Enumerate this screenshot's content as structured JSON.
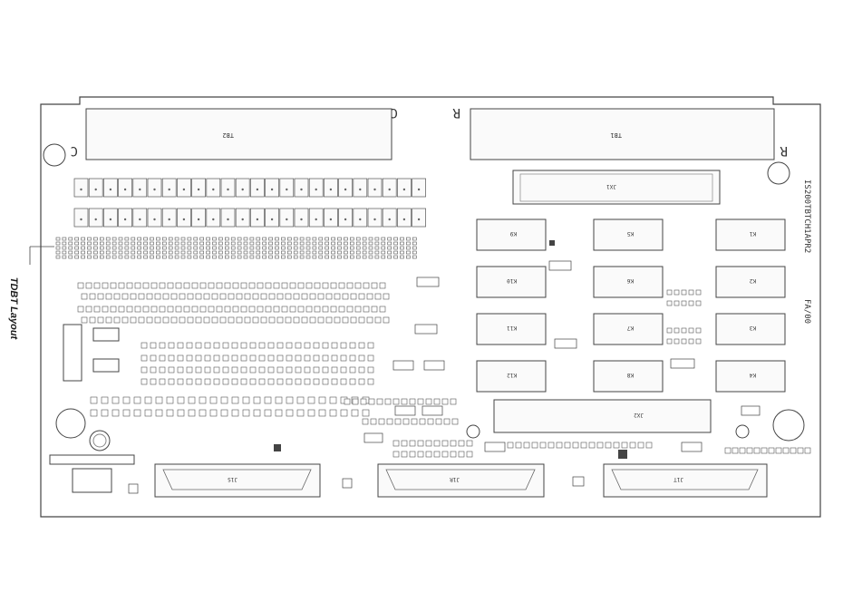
{
  "caption": "TDBT Layout",
  "board": {
    "tb1_label": "TB1",
    "tb2_label": "TB2",
    "letter_r": "R",
    "letter_c": "C",
    "side_code": "IS200TBTCH1APR2",
    "revision": "FA/00",
    "jx_label": "JX1",
    "jy_label": "JX2",
    "j1_label": "J1S",
    "j2_label": "J1R",
    "j3_label": "J1T"
  },
  "relays": {
    "left_col": [
      "K9",
      "K10",
      "K11",
      "K12"
    ],
    "mid_col": [
      "K5",
      "K6",
      "K7",
      "K8"
    ],
    "right_col": [
      "K1",
      "K2",
      "K3",
      "K4"
    ]
  },
  "colors": {
    "line": "#444444",
    "fill": "#f4f4f4",
    "caption_accent": "#f2b400"
  }
}
